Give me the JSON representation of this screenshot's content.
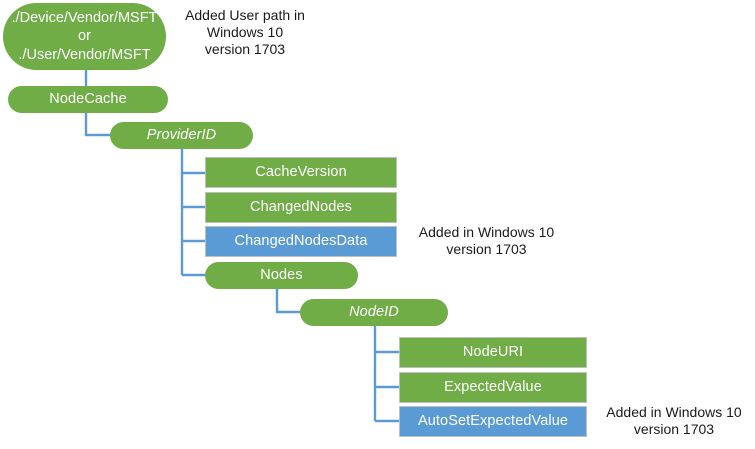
{
  "diagram": {
    "title": "NodeCache CSP tree",
    "colors": {
      "green": "#70ad47",
      "blue": "#5b9bd5",
      "connector": "#5b9bd5",
      "border": "#bfbfbf",
      "text_on_node": "#ffffff",
      "annotation_text": "#1a1a1a",
      "background": "#ffffff"
    },
    "nodes": [
      {
        "id": "root",
        "shape": "pill",
        "color": "green",
        "italic": false,
        "lines": [
          "./Device/Vendor/MSFT",
          "or",
          "./User/Vendor/MSFT"
        ],
        "label": "./Device/Vendor/MSFT or ./User/Vendor/MSFT"
      },
      {
        "id": "nodecache",
        "shape": "pill",
        "color": "green",
        "italic": false,
        "label": "NodeCache"
      },
      {
        "id": "providerid",
        "shape": "pill",
        "color": "green",
        "italic": true,
        "label": "ProviderID"
      },
      {
        "id": "cacheversion",
        "shape": "rect",
        "color": "green",
        "italic": false,
        "label": "CacheVersion"
      },
      {
        "id": "changednodes",
        "shape": "rect",
        "color": "green",
        "italic": false,
        "label": "ChangedNodes"
      },
      {
        "id": "changednodesdata",
        "shape": "rect",
        "color": "blue",
        "italic": false,
        "label": "ChangedNodesData"
      },
      {
        "id": "nodes",
        "shape": "pill",
        "color": "green",
        "italic": false,
        "label": "Nodes"
      },
      {
        "id": "nodeid",
        "shape": "pill",
        "color": "green",
        "italic": true,
        "label": "NodeID"
      },
      {
        "id": "nodeuri",
        "shape": "rect",
        "color": "green",
        "italic": false,
        "label": "NodeURI"
      },
      {
        "id": "expectedvalue",
        "shape": "rect",
        "color": "green",
        "italic": false,
        "label": "ExpectedValue"
      },
      {
        "id": "autosetexpectedvalue",
        "shape": "rect",
        "color": "blue",
        "italic": false,
        "label": "AutoSetExpectedValue"
      }
    ],
    "annotations": [
      {
        "id": "annotation-root",
        "target": "root",
        "text": "Added User path in\nWindows 10\nversion 1703"
      },
      {
        "id": "annotation-changednodesdata",
        "target": "changednodesdata",
        "text": "Added in Windows 10\nversion 1703"
      },
      {
        "id": "annotation-autosetexpectedvalue",
        "target": "autosetexpectedvalue",
        "text": "Added in Windows 10\nversion 1703"
      }
    ]
  }
}
